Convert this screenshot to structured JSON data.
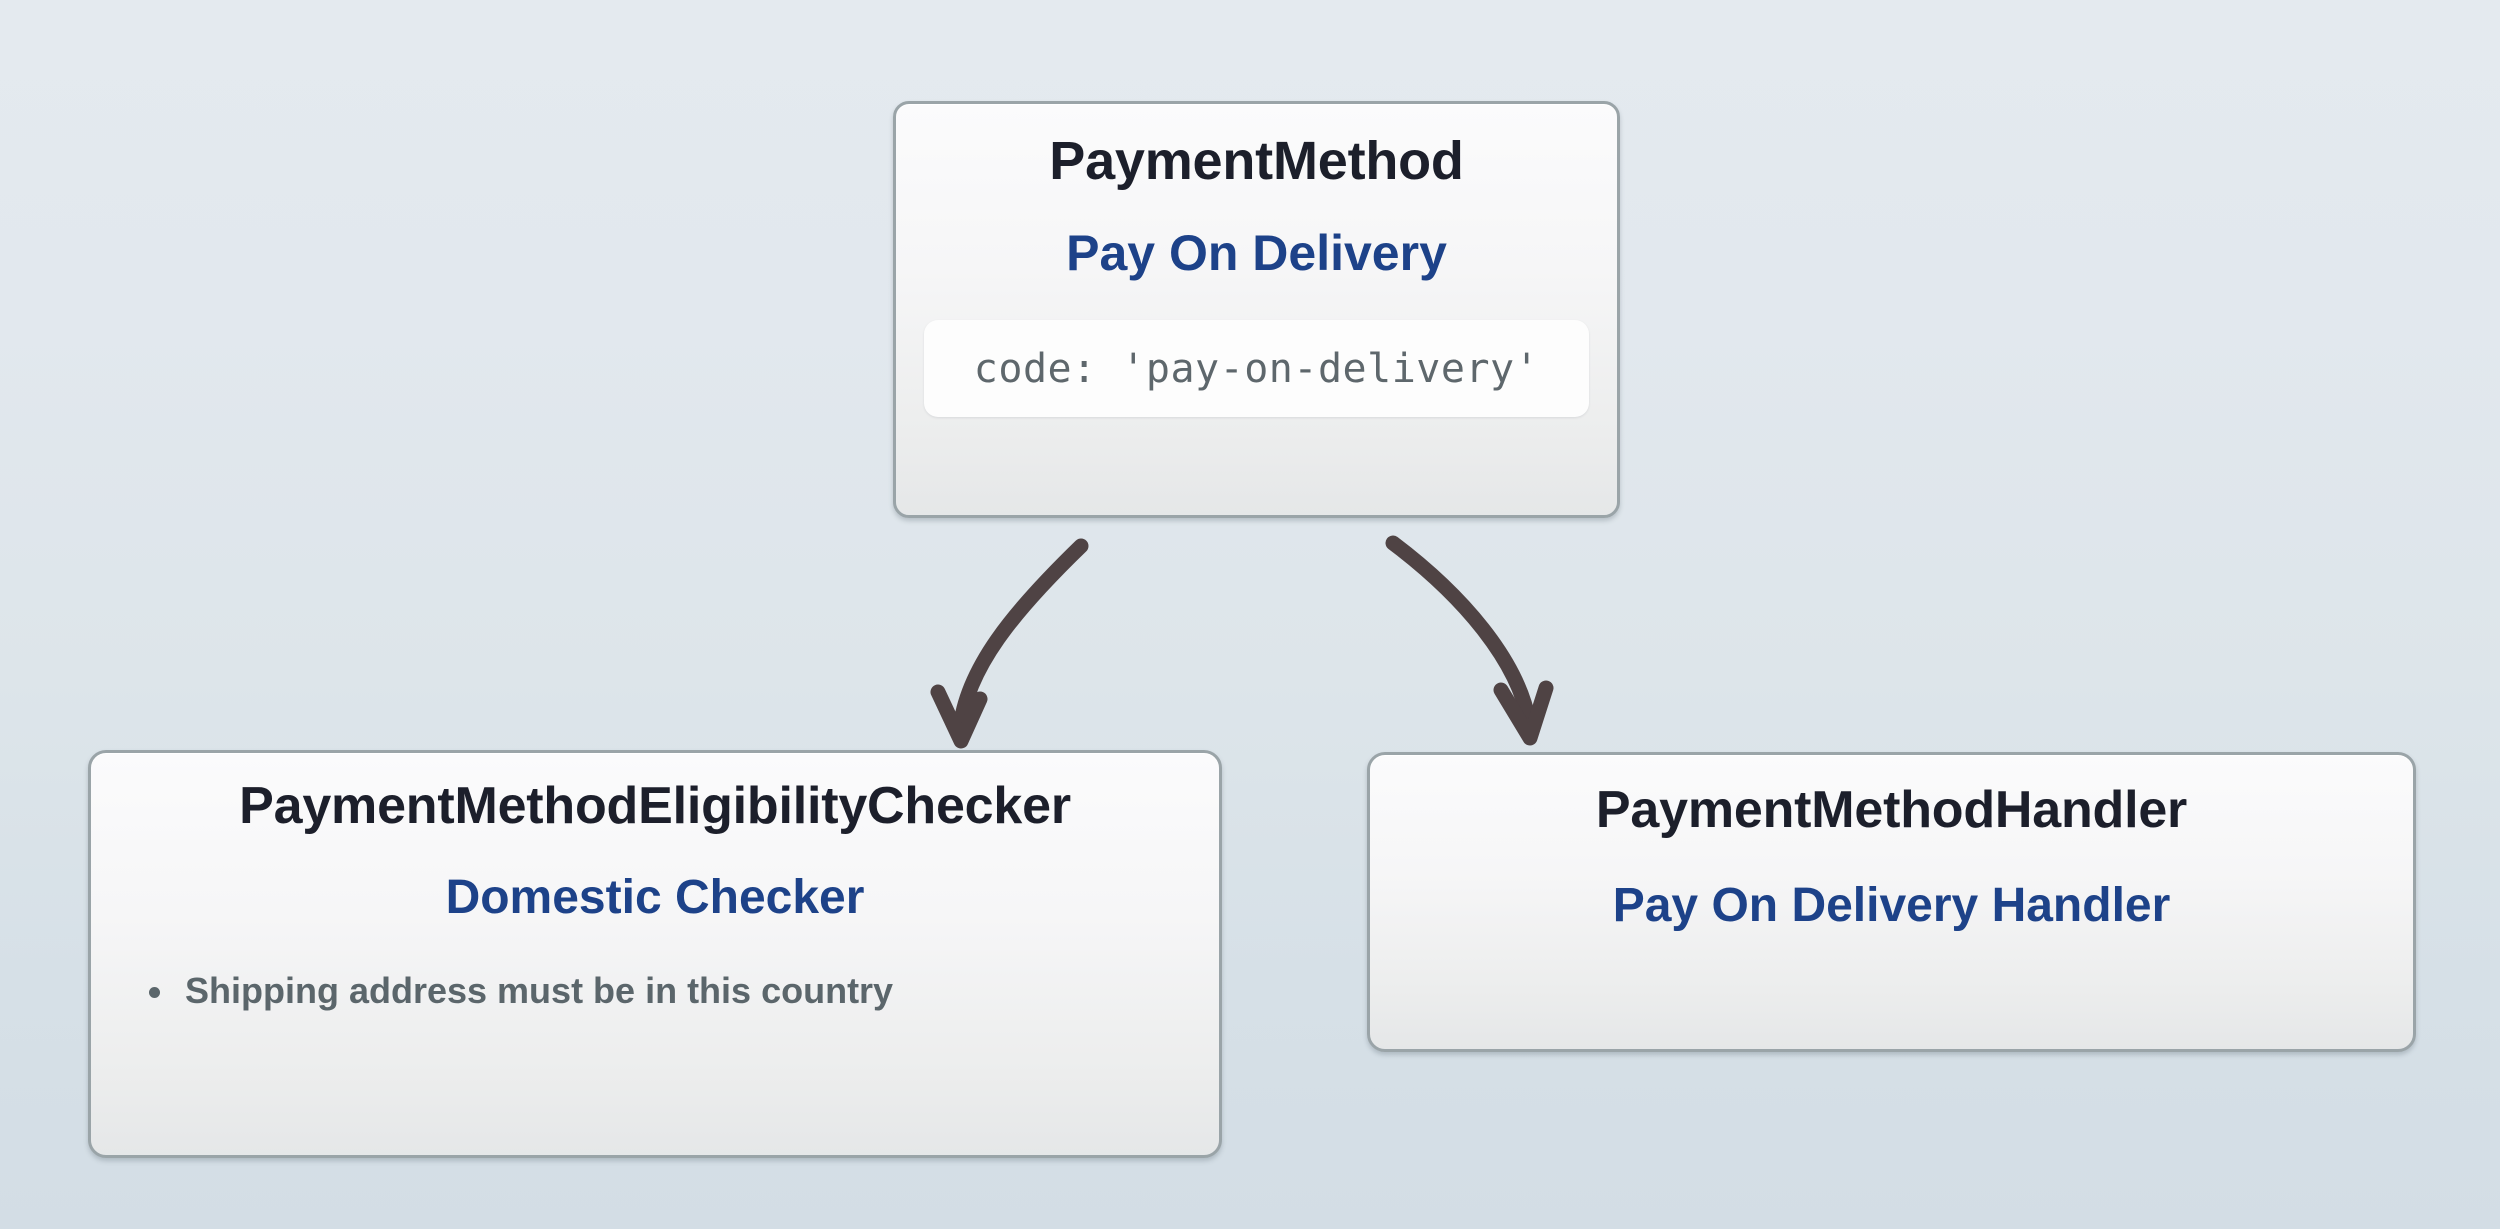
{
  "diagram": {
    "type": "flow-diagram",
    "background_top_color": "#e4eaef",
    "background_bottom_color": "#d3dde5",
    "accent_color": "#1d4289",
    "title_color": "#1c1f2b",
    "muted_color": "#5b666b",
    "arrow_color": "#4f4344",
    "node_border_color": "#9aa4a8"
  },
  "nodes": {
    "payment_method": {
      "title": "PaymentMethod",
      "subtitle": "Pay On Delivery",
      "code": "code: 'pay-on-delivery'"
    },
    "eligibility_checker": {
      "title": "PaymentMethodEligibilityChecker",
      "subtitle": "Domestic Checker",
      "criteria": [
        "Shipping address must be in this country"
      ]
    },
    "payment_handler": {
      "title": "PaymentMethodHandler",
      "subtitle": "Pay On Delivery Handler"
    }
  },
  "edges": [
    {
      "from": "payment_method",
      "to": "eligibility_checker",
      "style": "curved-arrow"
    },
    {
      "from": "payment_method",
      "to": "payment_handler",
      "style": "curved-arrow"
    }
  ]
}
